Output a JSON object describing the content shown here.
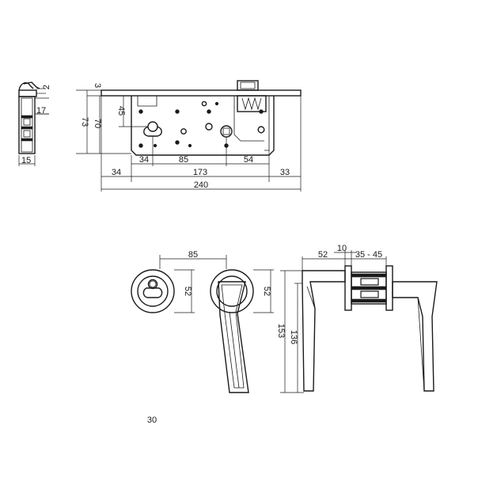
{
  "top_view": {
    "side": {
      "dim_top": "2",
      "dim_mid": "17",
      "dim_bottom": "15"
    },
    "front": {
      "dim_3": "3",
      "dim_73": "73",
      "dim_70": "70",
      "dim_45": "45",
      "dim_34_inner": "34",
      "dim_85": "85",
      "dim_54": "54",
      "dim_34_outer": "34",
      "dim_173": "173",
      "dim_33": "33",
      "dim_240": "240"
    }
  },
  "bottom_view": {
    "rosettes": {
      "dim_85": "85",
      "dim_52_left": "52",
      "dim_52_right": "52"
    },
    "side": {
      "dim_52": "52",
      "dim_10": "10",
      "dim_range": "35 - 45",
      "dim_153": "153",
      "dim_136": "136"
    },
    "footer_partial": "30"
  }
}
